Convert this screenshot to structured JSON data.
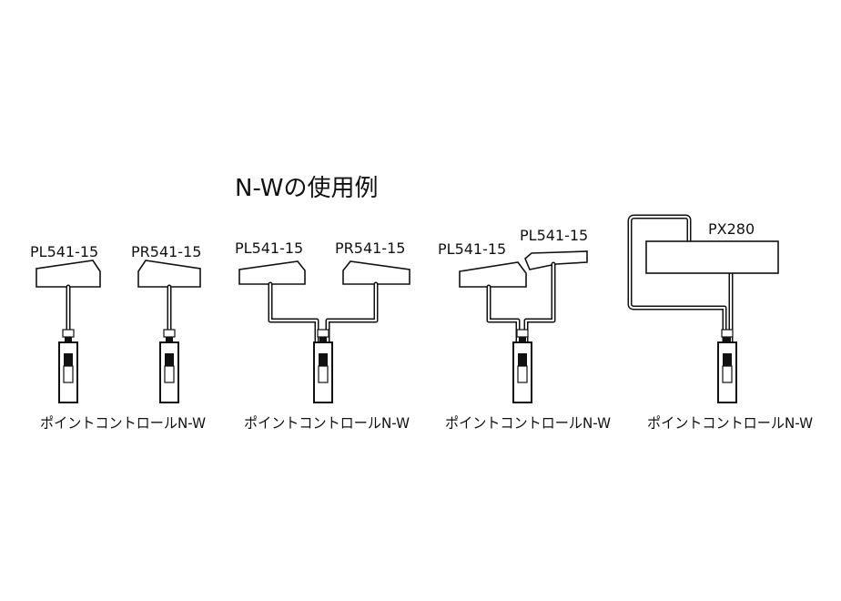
{
  "title": "N-Wの使用例",
  "examples": [
    {
      "labels": [
        "PL541-15",
        "PR541-15"
      ],
      "controller": "ポイントコントロールN-W"
    },
    {
      "labels": [
        "PL541-15",
        "PR541-15"
      ],
      "controller": "ポイントコントロールN-W"
    },
    {
      "labels": [
        "PL541-15",
        "PL541-15"
      ],
      "controller": "ポイントコントロールN-W"
    },
    {
      "labels": [
        "PX280"
      ],
      "controller": "ポイントコントロールN-W"
    }
  ]
}
